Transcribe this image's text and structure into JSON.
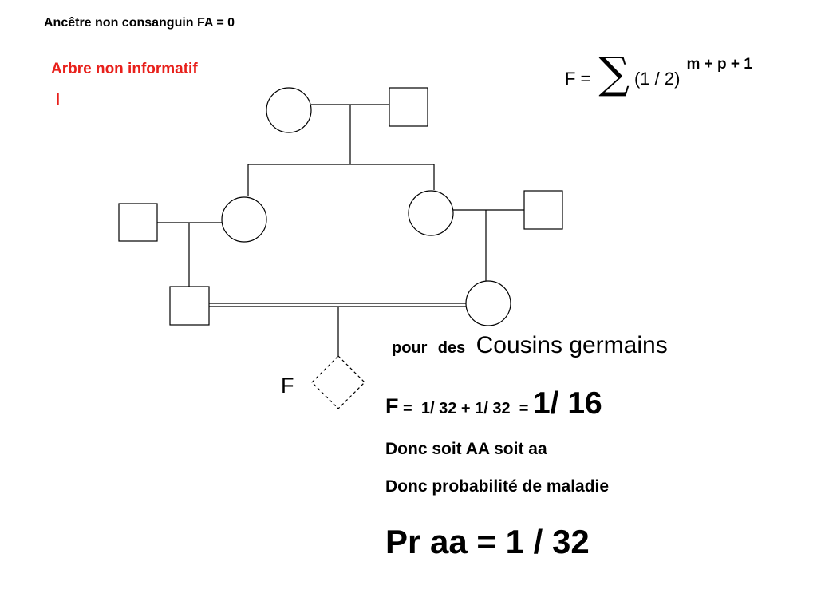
{
  "heading": "Ancêtre non consanguin  FA = 0",
  "subheading": "Arbre non informatif",
  "marker": "I",
  "colors": {
    "accent_red": "#e8201b",
    "text": "#000000",
    "line": "#000000"
  },
  "formula": {
    "lhs": "F =",
    "sigma": "∑",
    "base": "(1 / 2)",
    "exponent": "m + p + 1"
  },
  "pedigree": {
    "proband_label": "F",
    "proband_shape": "diamond-dashed",
    "consanguineous_union": true
  },
  "cousins": {
    "word1": "pour",
    "word2": "des",
    "title": "Cousins germains"
  },
  "result": {
    "f": "F",
    "expr": " =  1/ 32 + 1/ 32  = ",
    "value": "1/ 16"
  },
  "line1": "Donc soit  AA soit  aa",
  "line2": "Donc probabilité de maladie",
  "final": "Pr aa =  1 / 32"
}
